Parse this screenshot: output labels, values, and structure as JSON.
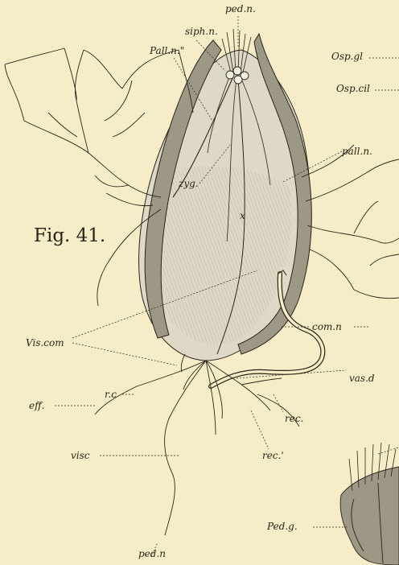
{
  "figure_label": "Fig. 41.",
  "labels": {
    "ped_n_top": "ped.n.",
    "siph_n": "siph.n.",
    "pall_n2": "Pall.n.\"",
    "osp_gl": "Osp.gl",
    "osp_cil": "Osp.cil",
    "pall_n": "pall.n.",
    "zyg": "zyg.",
    "x": "x",
    "vis_com": "Vis.com",
    "com_n": "com.n",
    "vas_d": "vas.d",
    "eff": "eff.",
    "r_c": "r.c",
    "rec": "rec.",
    "rec2": "rec.'",
    "visc": "visc",
    "ped_g": "Ped.g.",
    "ped_n_bottom": "ped.n"
  },
  "colors": {
    "paper": "#f6ecc8",
    "ink": "#2a2418",
    "shade": "#9d9786",
    "body": "#d9d6c4"
  }
}
